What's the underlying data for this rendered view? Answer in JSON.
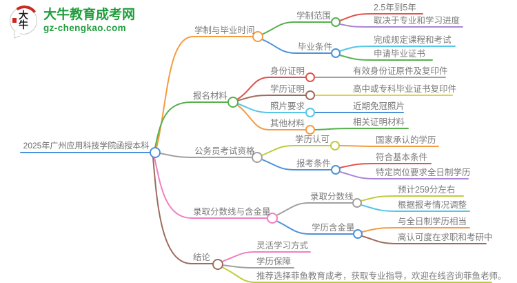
{
  "logo": {
    "site_name": "大牛教育成考网",
    "site_url": "gz-chengkao.com",
    "icon_text": "大牛"
  },
  "mindmap": {
    "root": "2025年广州应用科技学院函授本科",
    "branches": [
      {
        "label": "学制与毕业时间",
        "children": [
          {
            "label": "学制范围",
            "children": [
              {
                "label": "2.5年到5年"
              },
              {
                "label": "取决于专业和学习进度"
              }
            ]
          },
          {
            "label": "毕业条件",
            "children": [
              {
                "label": "完成规定课程和考试"
              },
              {
                "label": "申请毕业证书"
              }
            ]
          }
        ]
      },
      {
        "label": "报名材料",
        "children": [
          {
            "label": "身份证明",
            "children": [
              {
                "label": "有效身份证原件及复印件"
              }
            ]
          },
          {
            "label": "学历证明",
            "children": [
              {
                "label": "高中或专科毕业证书复印件"
              }
            ]
          },
          {
            "label": "照片要求",
            "children": [
              {
                "label": "近期免冠照片"
              }
            ]
          },
          {
            "label": "其他材料",
            "children": [
              {
                "label": "相关证明材料"
              }
            ]
          }
        ]
      },
      {
        "label": "公务员考试资格",
        "children": [
          {
            "label": "学历认可",
            "children": [
              {
                "label": "国家承认的学历"
              }
            ]
          },
          {
            "label": "报考条件",
            "children": [
              {
                "label": "符合基本条件"
              },
              {
                "label": "特定岗位要求全日制学历"
              }
            ]
          }
        ]
      },
      {
        "label": "录取分数线与含金量",
        "children": [
          {
            "label": "录取分数线",
            "children": [
              {
                "label": "预计259分左右"
              },
              {
                "label": "根据报考情况调整"
              }
            ]
          },
          {
            "label": "学历含金量",
            "children": [
              {
                "label": "与全日制学历相当"
              },
              {
                "label": "高认可度在求职和考研中"
              }
            ]
          }
        ]
      },
      {
        "label": "结论",
        "children": [
          {
            "label": "灵活学习方式"
          },
          {
            "label": "学历保障"
          },
          {
            "label": "推荐选择菲鱼教育成考，获取专业指导，欢迎在线咨询菲鱼老师。"
          }
        ]
      }
    ]
  },
  "colors": {
    "orange": "#f59b40",
    "green": "#56b04c",
    "blue": "#4b92d9",
    "gray": "#a0a0a0",
    "pink": "#ef7fc3",
    "brown": "#9d6b5c",
    "red": "#e2514c",
    "purple": "#aa85d5",
    "cyan": "#54c6e6",
    "yellow": "#ddd24b",
    "yellow_green": "#bfcc3b",
    "logo_green": "#1f9d3b",
    "label_text": "#7b7b7b"
  }
}
